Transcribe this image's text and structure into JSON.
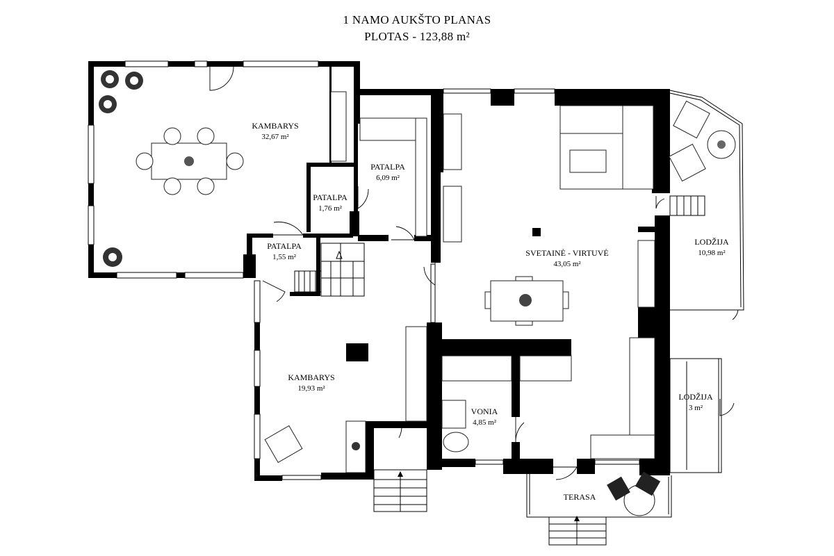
{
  "plan": {
    "title": "1 NAMO AUKŠTO PLANAS",
    "area_line": "PLOTAS - 123,88 m²"
  },
  "rooms": [
    {
      "name": "KAMBARYS",
      "area": "32,67 m²"
    },
    {
      "name": "PATALPA",
      "area": "6,09 m²"
    },
    {
      "name": "PATALPA",
      "area": "1,76 m²"
    },
    {
      "name": "PATALPA",
      "area": "1,55 m²"
    },
    {
      "name": "SVETAINĖ - VIRTUVĖ",
      "area": "43,05 m²"
    },
    {
      "name": "LODŽIJA",
      "area": "10,98 m²"
    },
    {
      "name": "KAMBARYS",
      "area": "19,93 m²"
    },
    {
      "name": "VONIA",
      "area": "4,85 m²"
    },
    {
      "name": "LODŽIJA",
      "area": "3 m²"
    },
    {
      "name": "TERASA",
      "area": ""
    }
  ],
  "colors": {
    "wall": "#000000",
    "background": "#ffffff"
  }
}
